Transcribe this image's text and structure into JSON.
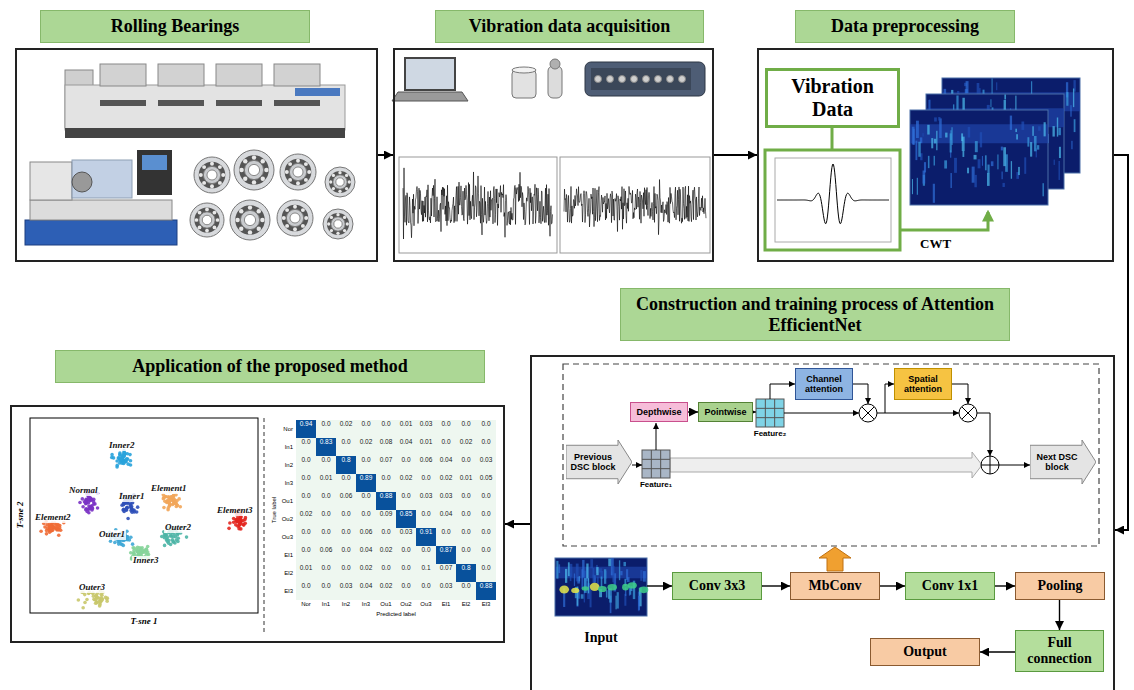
{
  "diagram": {
    "nodes": [
      {
        "text": [
          "Rolling Bearings"
        ]
      },
      {
        "text": [
          "Vibration data acquisition"
        ]
      },
      {
        "text": [
          "Data preprocessing"
        ]
      },
      {
        "text": [
          "Vibration Data"
        ],
        "in": 2
      },
      {
        "text": [
          "Construction and training process of Attention EfficientNet"
        ]
      },
      {
        "text": [
          "Previous DSC block"
        ],
        "in": 4
      },
      {
        "text": [
          "Depthwise"
        ],
        "in": 4
      },
      {
        "text": [
          "Pointwise"
        ],
        "in": 4
      },
      {
        "text": [
          "Channel attention"
        ],
        "in": 4
      },
      {
        "text": [
          "Spatial attention"
        ],
        "in": 4
      },
      {
        "text": [
          "Next DSC block"
        ],
        "in": 4
      },
      {
        "text": [
          "Input"
        ],
        "in": 4
      },
      {
        "text": [
          "Conv 3x3"
        ],
        "in": 4
      },
      {
        "text": [
          "MbConv"
        ],
        "in": 4
      },
      {
        "text": [
          "Conv 1x1"
        ],
        "in": 4
      },
      {
        "text": [
          "Pooling"
        ],
        "in": 4
      },
      {
        "text": [
          "Full connection"
        ],
        "in": 4
      },
      {
        "text": [
          "Output"
        ],
        "in": 4
      },
      {
        "text": [
          "Application of the proposed method"
        ]
      }
    ],
    "edges": [
      {
        "from": 0,
        "to": 1,
        "arrow": "to"
      },
      {
        "from": 1,
        "to": 2,
        "arrow": "to"
      },
      {
        "from": 2,
        "to": 4,
        "arrow": "to"
      },
      {
        "from": 4,
        "to": 18,
        "arrow": "to"
      },
      {
        "from": 6,
        "to": 7,
        "arrow": "to"
      },
      {
        "from": 11,
        "to": 12,
        "arrow": "to"
      },
      {
        "from": 12,
        "to": 13,
        "arrow": "to"
      },
      {
        "from": 13,
        "to": 14,
        "arrow": "to"
      },
      {
        "from": 14,
        "to": 15,
        "arrow": "to"
      },
      {
        "from": 15,
        "to": 16,
        "arrow": "to"
      },
      {
        "from": 16,
        "to": 17,
        "arrow": "to"
      }
    ],
    "labels": [
      "CWT",
      "Feature₁",
      "Feature₂",
      "Inner2",
      "Normal",
      "Inner1",
      "Element1",
      "Element3",
      "Element2",
      "Outer1",
      "Outer2",
      "Inner3",
      "Outer3",
      "T-sne 1",
      "T-sne 2",
      "True label",
      "Predicted label",
      "Nor",
      "In1",
      "In2",
      "In3",
      "Ou1",
      "Ou2",
      "Ou3",
      "El1",
      "El2",
      "El3",
      "Nor",
      "In1",
      "In2",
      "In3",
      "Ou1",
      "Ou2",
      "Ou3",
      "El1",
      "El2",
      "El3",
      "0.94",
      "0.0",
      "0.02",
      "0.0",
      "0.0",
      "0.01",
      "0.03",
      "0.0",
      "0.0",
      "0.0",
      "0.0",
      "0.83",
      "0.0",
      "0.02",
      "0.08",
      "0.04",
      "0.01",
      "0.0",
      "0.02",
      "0.0",
      "0.0",
      "0.0",
      "0.8",
      "0.0",
      "0.07",
      "0.0",
      "0.06",
      "0.04",
      "0.0",
      "0.03",
      "0.0",
      "0.01",
      "0.0",
      "0.89",
      "0.0",
      "0.02",
      "0.0",
      "0.02",
      "0.01",
      "0.05",
      "0.0",
      "0.0",
      "0.06",
      "0.0",
      "0.88",
      "0.0",
      "0.03",
      "0.03",
      "0.0",
      "0.0",
      "0.02",
      "0.0",
      "0.0",
      "0.0",
      "0.09",
      "0.85",
      "0.0",
      "0.04",
      "0.0",
      "0.0",
      "0.0",
      "0.0",
      "0.0",
      "0.06",
      "0.0",
      "0.03",
      "0.91",
      "0.0",
      "0.0",
      "0.0",
      "0.0",
      "0.06",
      "0.0",
      "0.04",
      "0.02",
      "0.0",
      "0.0",
      "0.87",
      "0.0",
      "0.0",
      "0.01",
      "0.0",
      "0.0",
      "0.02",
      "0.0",
      "0.0",
      "0.1",
      "0.07",
      "0.8",
      "0.0",
      "0.0",
      "0.0",
      "0.03",
      "0.04",
      "0.02",
      "0.0",
      "0.0",
      "0.03",
      "0.0",
      "0.88"
    ]
  }
}
